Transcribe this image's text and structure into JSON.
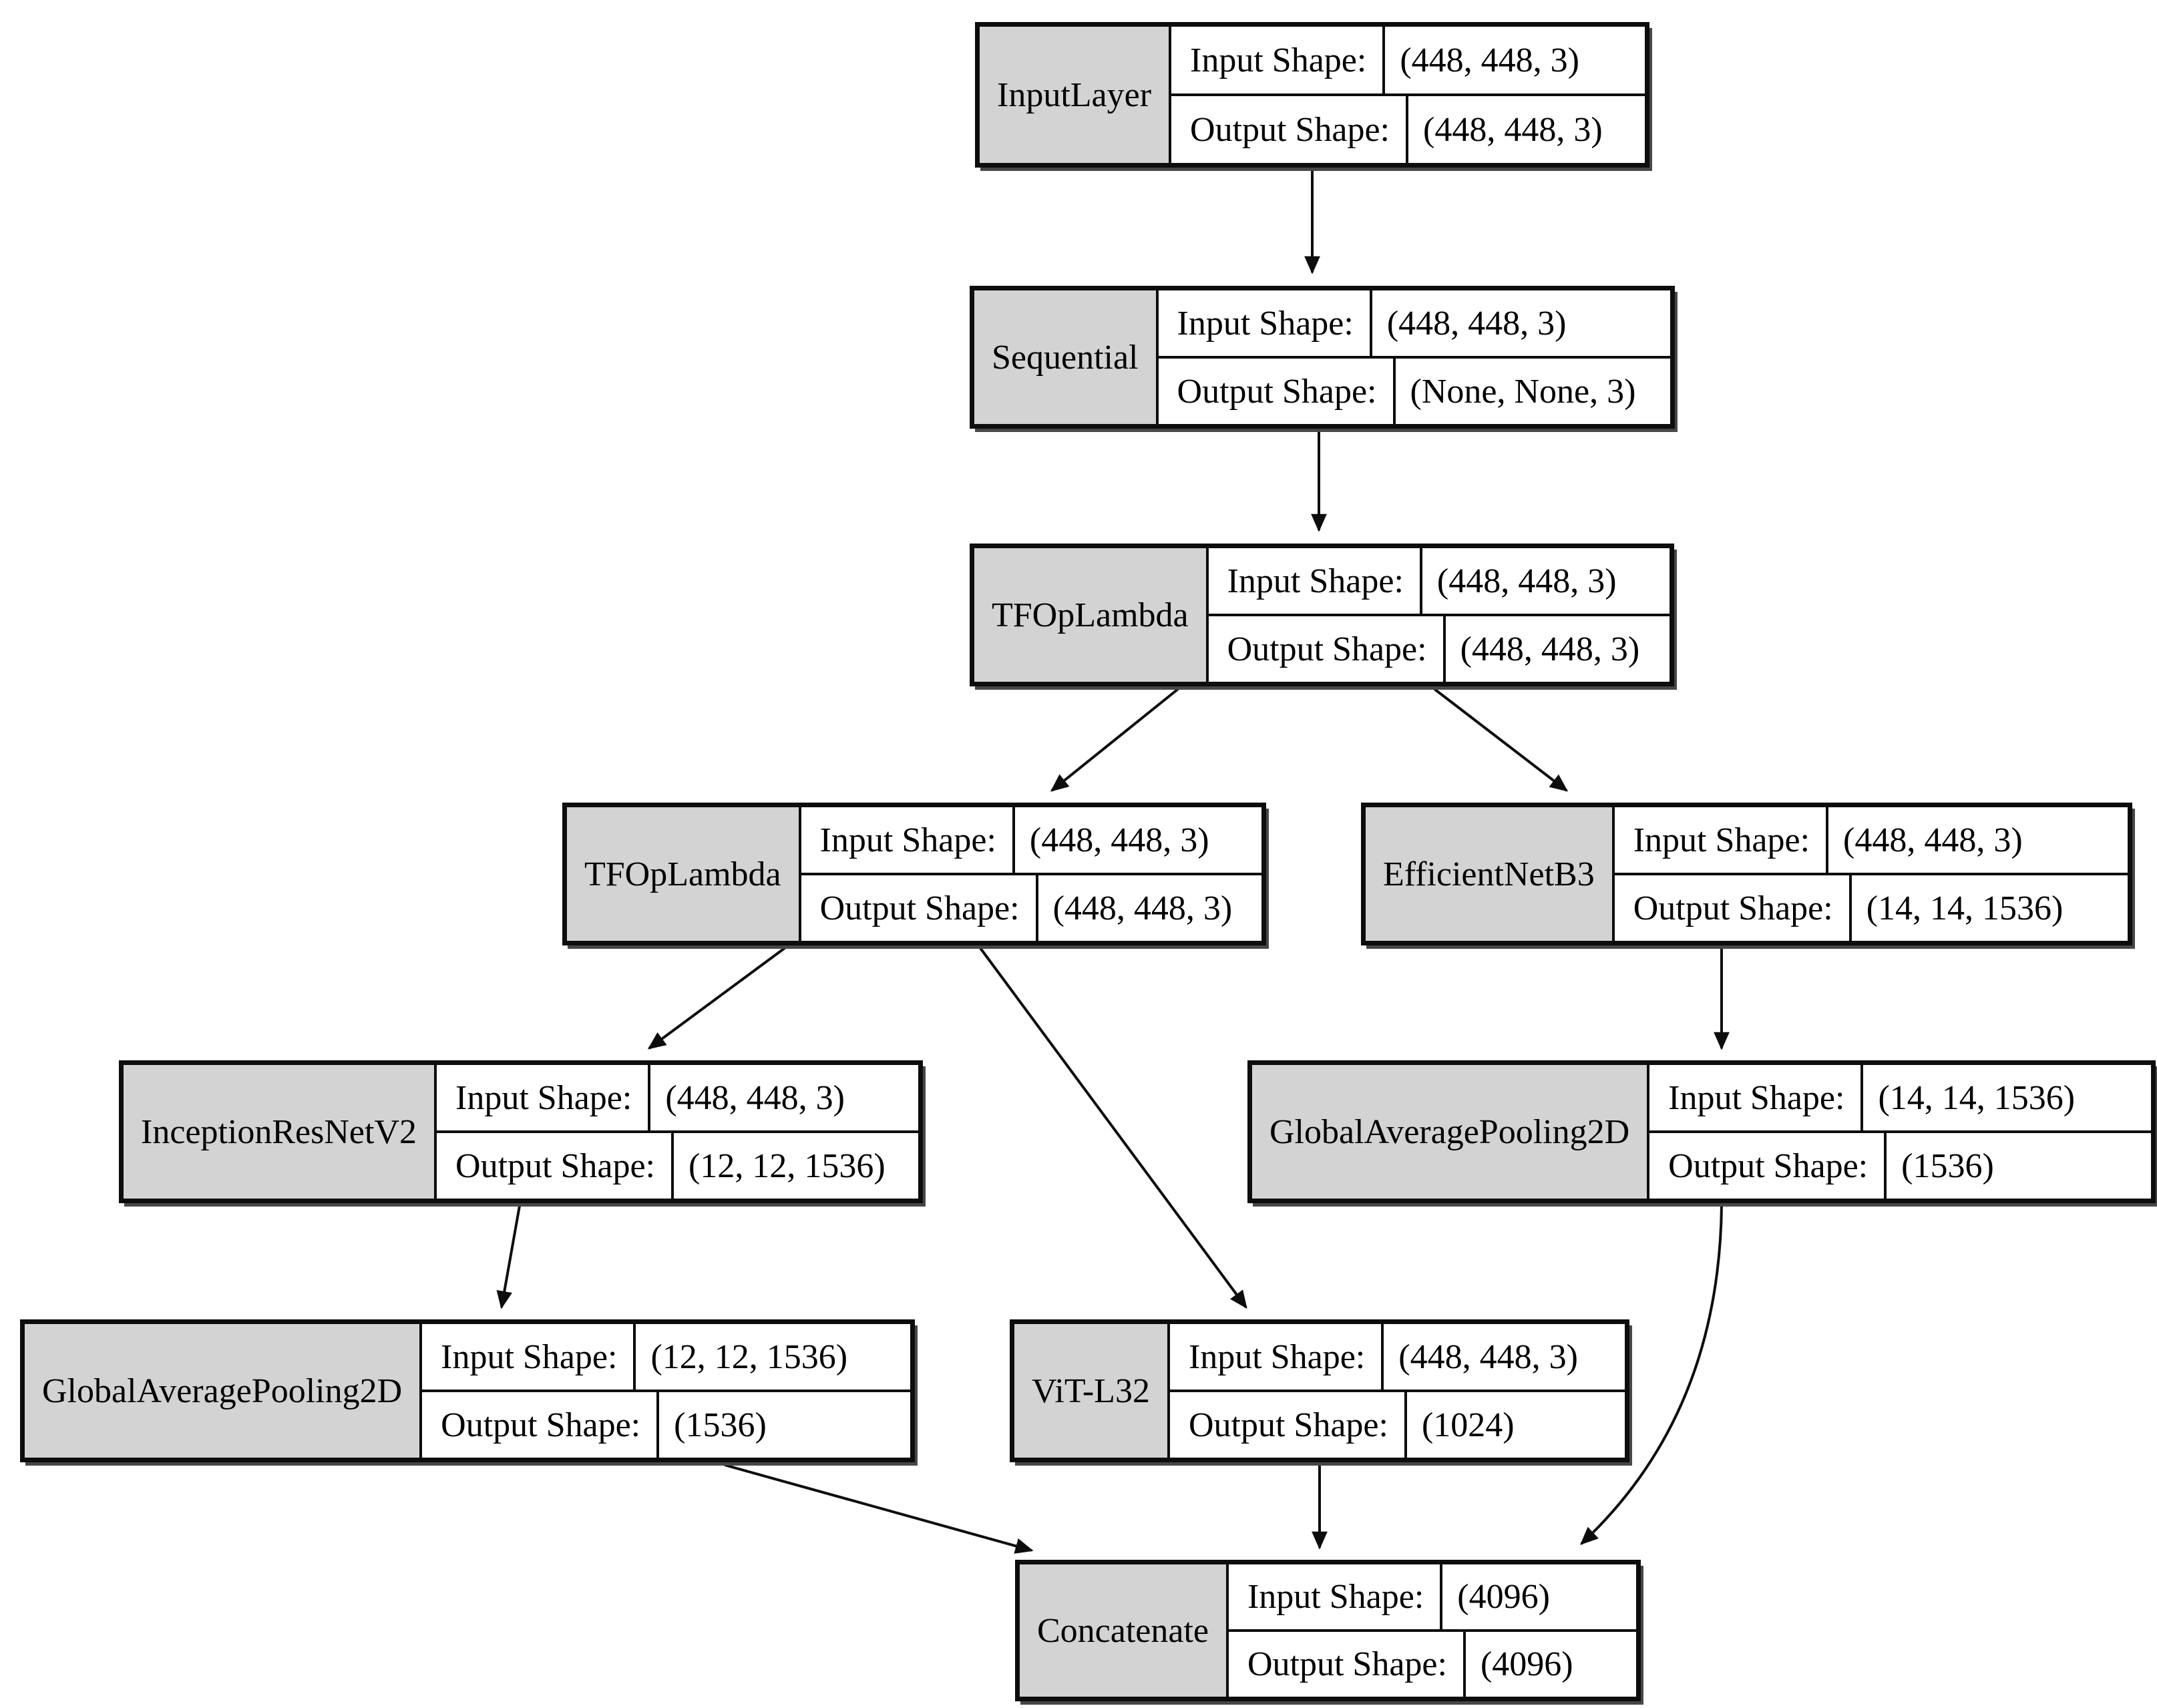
{
  "diagram": {
    "labels": {
      "input": "Input Shape:",
      "output": "Output Shape:"
    },
    "nodes": [
      {
        "name": "InputLayer",
        "input_shape": "(448, 448, 3)",
        "output_shape": "(448, 448, 3)"
      },
      {
        "name": "Sequential",
        "input_shape": "(448, 448, 3)",
        "output_shape": "(None, None, 3)"
      },
      {
        "name": "TFOpLambda",
        "input_shape": "(448, 448, 3)",
        "output_shape": "(448, 448, 3)"
      },
      {
        "name": "TFOpLambda",
        "input_shape": "(448, 448, 3)",
        "output_shape": "(448, 448, 3)"
      },
      {
        "name": "EfficientNetB3",
        "input_shape": "(448, 448, 3)",
        "output_shape": "(14, 14, 1536)"
      },
      {
        "name": "InceptionResNetV2",
        "input_shape": "(448, 448, 3)",
        "output_shape": "(12, 12, 1536)"
      },
      {
        "name": "GlobalAveragePooling2D",
        "input_shape": "(14, 14, 1536)",
        "output_shape": "(1536)"
      },
      {
        "name": "GlobalAveragePooling2D",
        "input_shape": "(12, 12, 1536)",
        "output_shape": "(1536)"
      },
      {
        "name": "ViT-L32",
        "input_shape": "(448, 448, 3)",
        "output_shape": "(1024)"
      },
      {
        "name": "Concatenate",
        "input_shape": "(4096)",
        "output_shape": "(4096)"
      }
    ],
    "edges": [
      {
        "from": "InputLayer",
        "to": "Sequential"
      },
      {
        "from": "Sequential",
        "to": "TFOpLambda"
      },
      {
        "from": "TFOpLambda",
        "to": "TFOpLambda-2"
      },
      {
        "from": "TFOpLambda",
        "to": "EfficientNetB3"
      },
      {
        "from": "TFOpLambda-2",
        "to": "InceptionResNetV2"
      },
      {
        "from": "TFOpLambda-2",
        "to": "ViT-L32"
      },
      {
        "from": "EfficientNetB3",
        "to": "GlobalAveragePooling2D-right"
      },
      {
        "from": "InceptionResNetV2",
        "to": "GlobalAveragePooling2D-left"
      },
      {
        "from": "GlobalAveragePooling2D-left",
        "to": "Concatenate"
      },
      {
        "from": "ViT-L32",
        "to": "Concatenate"
      },
      {
        "from": "GlobalAveragePooling2D-right",
        "to": "Concatenate"
      }
    ],
    "colors": {
      "name_cell_fill": "#d3d3d3",
      "cell_fill": "#ffffff",
      "border": "#0d0d0d",
      "edge": "#0d0d0d",
      "background": "#ffffff"
    }
  }
}
